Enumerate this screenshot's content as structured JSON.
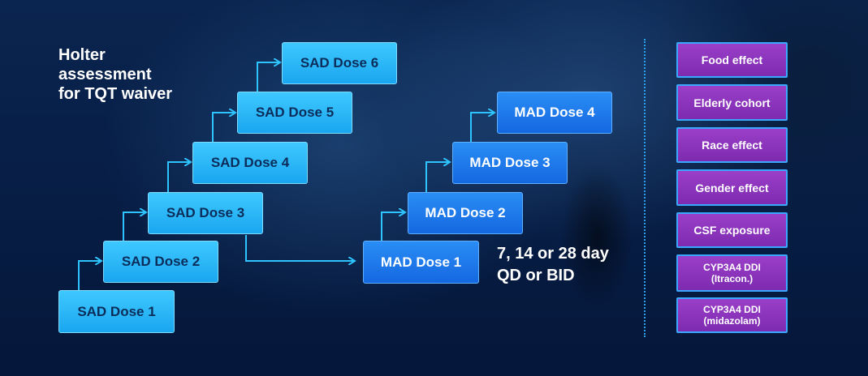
{
  "title_lines": [
    "Holter",
    "assessment",
    "for TQT waiver"
  ],
  "sad_doses": [
    "SAD Dose 1",
    "SAD Dose 2",
    "SAD Dose 3",
    "SAD Dose 4",
    "SAD Dose 5",
    "SAD Dose 6"
  ],
  "mad_doses": [
    "MAD Dose 1",
    "MAD Dose 2",
    "MAD Dose 3",
    "MAD Dose 4"
  ],
  "regimen_lines": [
    "7, 14 or 28 day",
    "QD or BID"
  ],
  "side_studies": [
    {
      "line1": "Food effect",
      "line2": ""
    },
    {
      "line1": "Elderly cohort",
      "line2": ""
    },
    {
      "line1": "Race effect",
      "line2": ""
    },
    {
      "line1": "Gender effect",
      "line2": ""
    },
    {
      "line1": "CSF exposure",
      "line2": ""
    },
    {
      "line1": "CYP3A4 DDI",
      "line2": "(Itracon.)"
    },
    {
      "line1": "CYP3A4 DDI",
      "line2": "(midazolam)"
    }
  ],
  "colors": {
    "sad_box": "#1aa6ef",
    "mad_box": "#1468e0",
    "side_box": "#8a33bb",
    "connector": "#2ec4ff",
    "background": "#071d44"
  }
}
